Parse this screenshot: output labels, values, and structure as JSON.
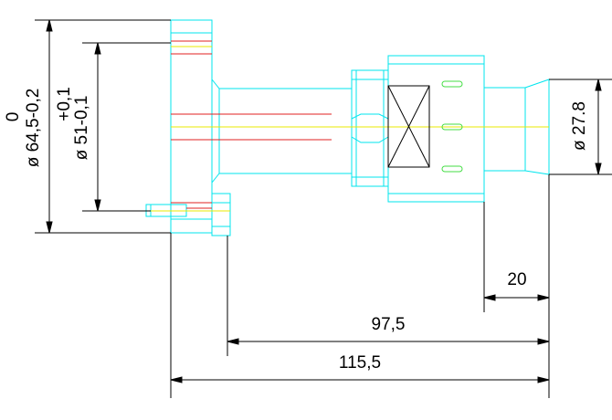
{
  "dimensions": {
    "dia_outer_upper_tol": "0",
    "dia_outer": "ø 64,5-0,2",
    "dia_bore_upper_tol": "+0,1",
    "dia_bore": "ø 51-0,1",
    "dia_tip": "ø 27.8",
    "len_tip": "20",
    "len_body": "97,5",
    "len_total": "115,5"
  },
  "colors": {
    "outline": "#00e5ee",
    "dimension": "#000000",
    "centerline": "#e8e800",
    "hidden": "#e02020",
    "slot": "#44dd44"
  }
}
